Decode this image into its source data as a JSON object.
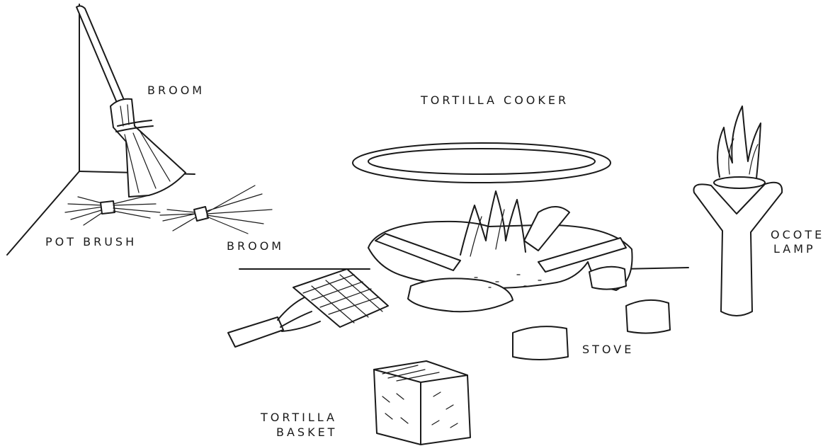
{
  "labels": {
    "broom_top": "BROOM",
    "tortilla_cooker": "TORTILLA COOKER",
    "pot_brush": "POT BRUSH",
    "broom_bottom": "BROOM",
    "ocote_lamp_line1": "OCOTE",
    "ocote_lamp_line2": "LAMP",
    "stove": "STOVE",
    "tortilla_basket_line1": "TORTILLA",
    "tortilla_basket_line2": "BASKET"
  }
}
